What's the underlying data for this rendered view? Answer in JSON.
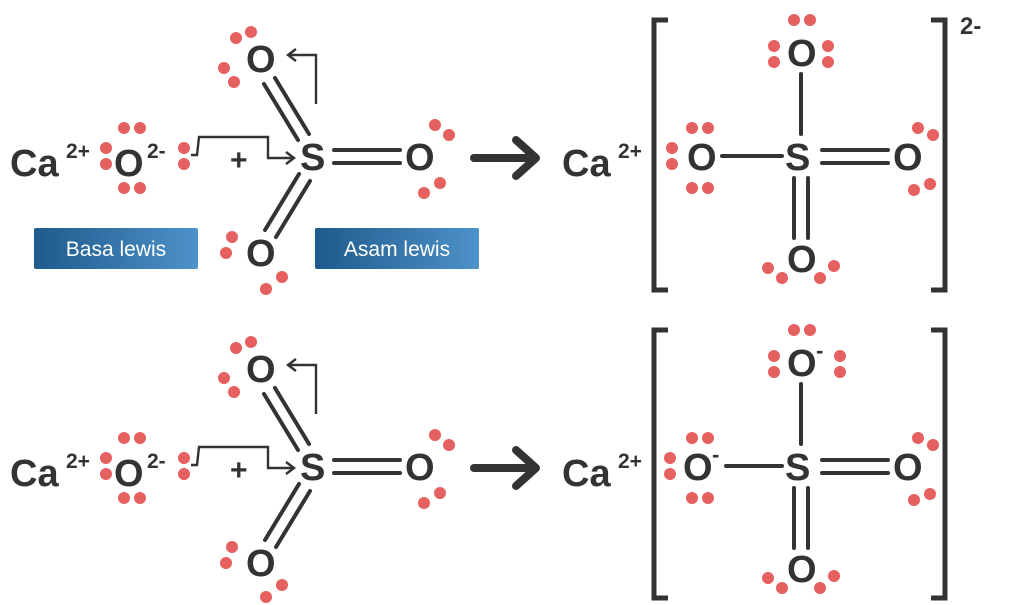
{
  "labels": {
    "base": "Basa lewis",
    "acid": "Asam lewis"
  },
  "species": {
    "calcium": "Ca",
    "calcium_charge": "2+",
    "oxide": "O",
    "oxide_charge": "2-",
    "sulfur": "S",
    "oxygen": "O",
    "plus": "+",
    "minus": "-",
    "complex_charge": "2-"
  },
  "colors": {
    "ink": "#333333",
    "electron": "#e5605e",
    "label_box": "#2a6aa0"
  }
}
